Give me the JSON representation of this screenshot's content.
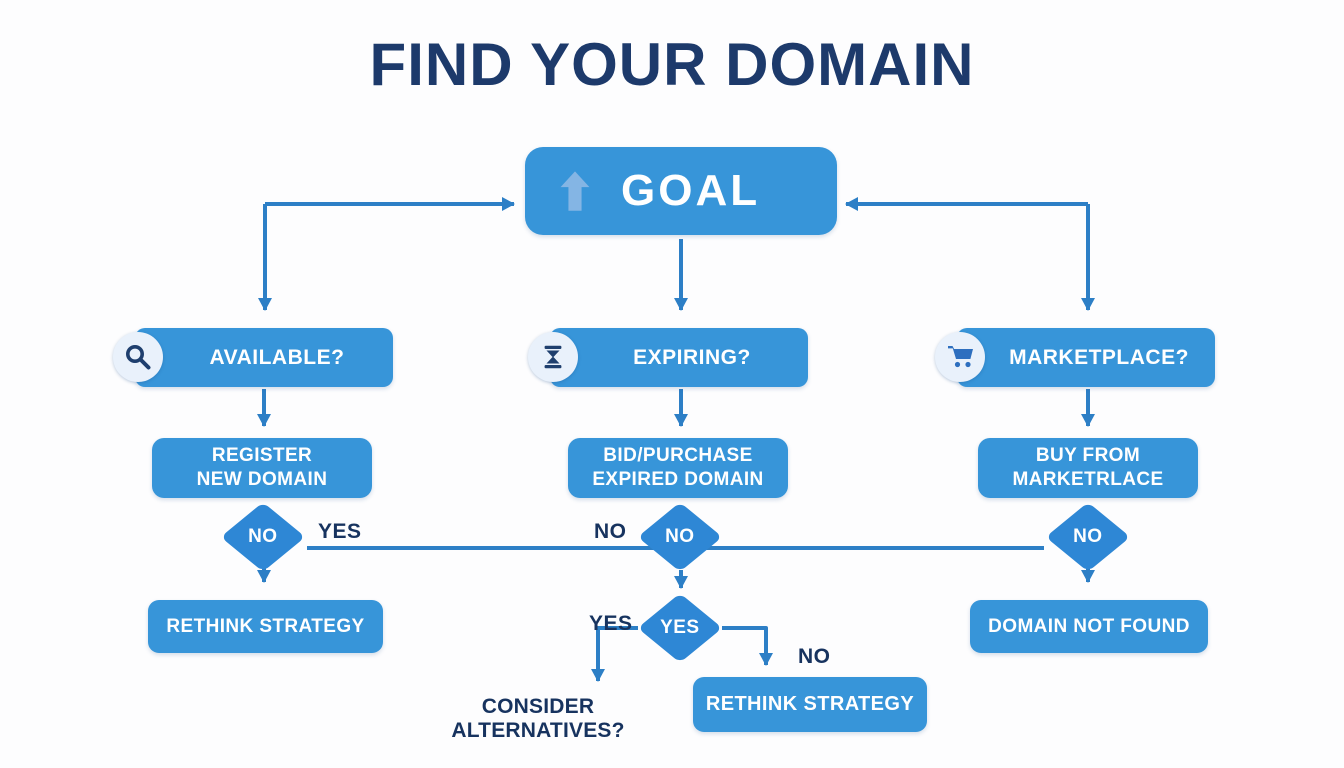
{
  "title": "FIND YOUR DOMAIN",
  "goal": {
    "label": "GOAL",
    "icon": "arrow-up-icon"
  },
  "branches": [
    {
      "question": "AVAILABLE?",
      "icon": "search-icon",
      "action_line1": "REGISTER",
      "action_line2": "NEW DOMAIN",
      "decision_label": "NO",
      "edge_label": "YES",
      "outcome": "RETHINK STRATEGY"
    },
    {
      "question": "EXPIRING?",
      "icon": "hourglass-icon",
      "action_line1": "BID/PURCHASE",
      "action_line2": "EXPIRED DOMAIN",
      "decision_label": "NO",
      "edge_label": "NO"
    },
    {
      "question": "MARKETPLACE?",
      "icon": "cart-icon",
      "action_line1": "BUY FROM",
      "action_line2": "MARKETRLACE",
      "decision_label": "NO",
      "outcome": "DOMAIN NOT FOUND"
    }
  ],
  "secondary_decision": {
    "label": "YES",
    "yes_edge_label": "YES",
    "no_edge_label": "NO",
    "yes_outcome": "CONSIDER ALTERNATIVES?",
    "no_outcome": "RETHINK STRATEGY"
  },
  "colors": {
    "box_blue": "#3795d9",
    "diamond_blue": "#2e87d5",
    "connector_blue": "#2d7fc6",
    "navy_text": "#1d3a6b",
    "label_navy": "#17335f",
    "icon_circle_bg": "#e9f1fb",
    "icon_navy": "#1f3f6e",
    "cart_blue": "#2e6fbf",
    "goal_arrow_blue": "#84b5e4",
    "background": "#fdfdfe"
  }
}
